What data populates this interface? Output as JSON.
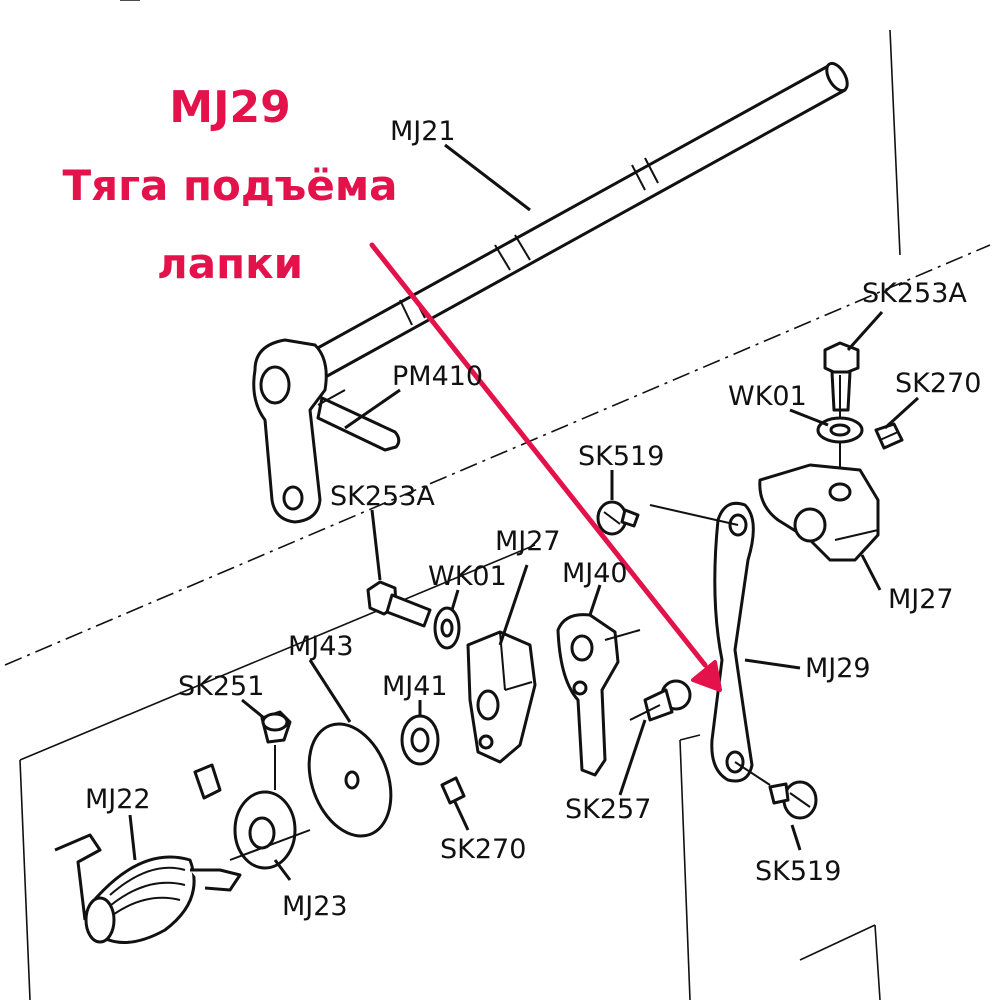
{
  "callout": {
    "part_code": "MJ29",
    "title_line1": "Тяга подъёма",
    "title_line2": "лапки",
    "color": "#e3124b"
  },
  "labels": {
    "mj21": "MJ21",
    "sk253a_top": "SK253A",
    "sk270_top": "SK270",
    "wk01_top": "WK01",
    "pm410": "PM410",
    "sk519_top": "SK519",
    "sk253a_mid": "SK253A",
    "mj27_mid": "MJ27",
    "wk01_mid": "WK01",
    "mj40": "MJ40",
    "mj27_right": "MJ27",
    "mj43": "MJ43",
    "sk251": "SK251",
    "mj41": "MJ41",
    "mj29": "MJ29",
    "mj22": "MJ22",
    "sk257": "SK257",
    "sk270_bottom": "SK270",
    "mj23": "MJ23",
    "sk519_bottom": "SK519"
  }
}
